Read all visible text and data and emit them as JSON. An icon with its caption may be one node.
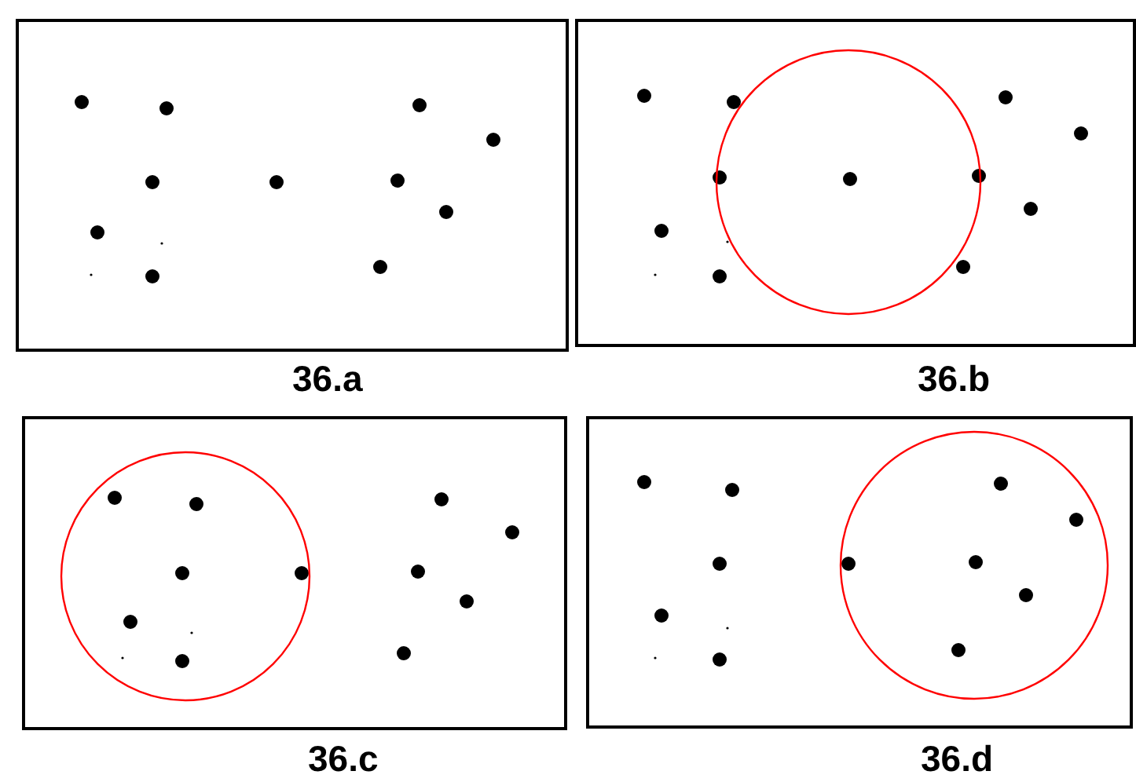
{
  "diagram": {
    "nodes": [
      {
        "text": [],
        "shape": "box",
        "beside": [
          "36.a"
        ]
      },
      {
        "text": [],
        "shape": "box",
        "beside": [
          "36.b"
        ]
      },
      {
        "text": [],
        "shape": "box",
        "beside": [
          "36.c"
        ]
      },
      {
        "text": [],
        "shape": "box",
        "beside": [
          "36.d"
        ]
      }
    ]
  }
}
